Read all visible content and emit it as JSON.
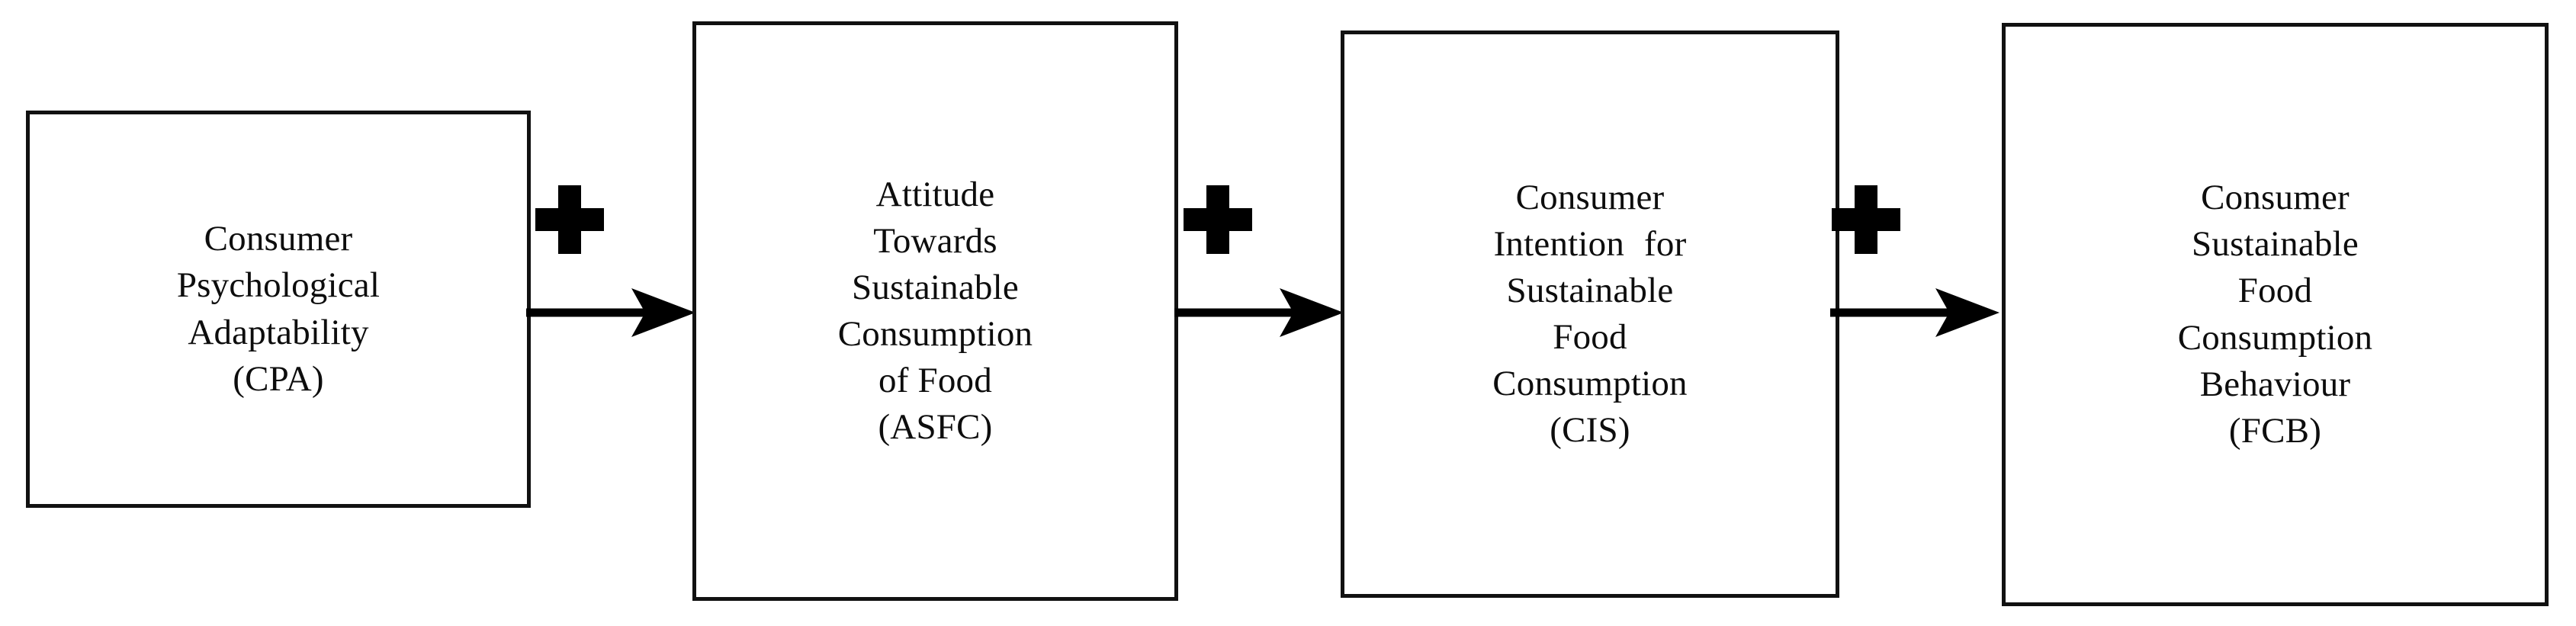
{
  "figure": {
    "type": "conceptual-framework-flow-diagram",
    "orientation": "left-to-right",
    "background_color": "#ffffff",
    "stroke_color": "#111111",
    "text_color": "#0d0d0d"
  },
  "nodes": [
    {
      "id": "cpa",
      "abbreviation": "(CPA)",
      "full_label": "Consumer Psychological Adaptability (CPA)",
      "lines": [
        "Consumer",
        "Psychological",
        "Adaptability",
        "(CPA)"
      ]
    },
    {
      "id": "asfc",
      "abbreviation": "(ASFC)",
      "full_label": "Attitude Towards Sustainable Consumption of Food (ASFC)",
      "lines": [
        "Attitude",
        "Towards",
        "Sustainable",
        "Consumption",
        "of Food",
        "(ASFC)"
      ]
    },
    {
      "id": "cis",
      "abbreviation": "(CIS)",
      "full_label": "Consumer Intention for Sustainable Food Consumption (CIS)",
      "lines": [
        "Consumer",
        "Intention for",
        "Sustainable",
        "Food",
        "Consumption",
        "(CIS)"
      ]
    },
    {
      "id": "fcb",
      "abbreviation": "(FCB)",
      "full_label": "Consumer Sustainable Food Consumption Behaviour (FCB)",
      "lines": [
        "Consumer",
        "Sustainable",
        "Food",
        "Consumption",
        "Behaviour",
        "(FCB)"
      ]
    }
  ],
  "connectors": [
    {
      "id": "link-1",
      "from": "cpa",
      "to": "asfc",
      "sign": "+",
      "sign_name": "plus-sign",
      "arrow": "right-arrow"
    },
    {
      "id": "link-2",
      "from": "asfc",
      "to": "cis",
      "sign": "+",
      "sign_name": "plus-sign",
      "arrow": "right-arrow"
    },
    {
      "id": "link-3",
      "from": "cis",
      "to": "fcb",
      "sign": "+",
      "sign_name": "plus-sign",
      "arrow": "right-arrow"
    }
  ]
}
